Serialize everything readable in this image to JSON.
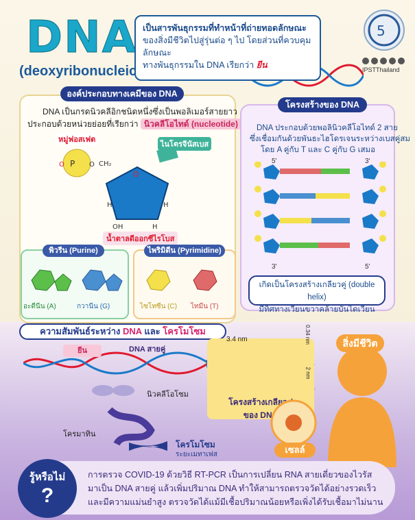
{
  "header": {
    "title": "DNA",
    "subtitle": "(deoxyribonucleic acid)",
    "intro_line1": "เป็นสารพันธุกรรมที่ทำหน้าที่ถ่ายทอดลักษณะ",
    "intro_line2": "ของสิ่งมีชีวิตไปสู่รุ่นต่อ ๆ ไป โดยส่วนที่ควบคุมลักษณะ",
    "intro_line3": "ทางพันธุกรรมใน DNA เรียกว่า",
    "intro_em": "ยีน",
    "social_handle": "IPSTThailand"
  },
  "composition": {
    "title": "องค์ประกอบทางเคมีของ DNA",
    "desc_line1": "DNA เป็นกรดนิวคลีอิกชนิดหนึ่งซึ่งเป็นพอลิเมอร์สายยาว",
    "desc_line2": "ประกอบด้วยหน่วยย่อยที่เรียกว่า",
    "nucleotide": "นิวคลีโอไทด์ (nucleotide)",
    "phosphate": "หมู่ฟอสเฟต",
    "base": "ไนโตรจีนัสเบส",
    "sugar": "น้ำตาลดีออกซีไรโบส",
    "purine_tag": "พิวรีน (Purine)",
    "pyrimidine_tag": "ไพริมิดีน (Pyrimidine)",
    "bases": [
      "อะดีนีน (A)",
      "กวานีน (G)",
      "ไซโทซีน (C)",
      "ไทมีน (T)"
    ],
    "base_colors": [
      "#5cbf4a",
      "#4a8fd0",
      "#f4e04a",
      "#e06a6a"
    ]
  },
  "structure": {
    "title": "โครงสร้างของ DNA",
    "desc_line1": "DNA ประกอบด้วยพอลินิวคลีโอไทด์ 2 สาย",
    "desc_line2": "ซึ่งเชื่อมกันด้วยพันธะไฮโดรเจนระหว่างเบสคู่สม",
    "desc_line3": "โดย A คู่กับ T และ C คู่กับ G เสมอ",
    "end5": "5'",
    "end3": "3'",
    "caption_line1": "เกิดเป็นโครงสร้างเกลียวคู่ (double helix)",
    "caption_line2": "มีทิศทางเวียนขวาคล้ายบันไดเวียน"
  },
  "relation": {
    "title_part1": "ความสัมพันธ์ระหว่าง",
    "title_dna": "DNA",
    "title_and": "และ",
    "title_chromo": "โครโมโซม",
    "gene_label": "ยีน",
    "dna_double": "DNA สายคู่",
    "nucleosome": "นิวคลีโอโซม",
    "chromatin": "โครมาทิน",
    "chromosome": "โครโมโซม",
    "metaphase": "ระยะเมทาเฟส",
    "helix_caption_line1": "โครงสร้างเกลียวคู่",
    "helix_caption_line2": "ของ DNA",
    "measure_34": "3.4 nm",
    "measure_034": "0.34 nm",
    "measure_2": "2 nm",
    "organism": "สิ่งมีชีวิต",
    "cell": "เซลล์"
  },
  "didyouknow": {
    "badge_line1": "รู้หรือไม่",
    "badge_mark": "?",
    "line1": "การตรวจ COVID-19 ด้วยวิธี RT-PCR เป็นการเปลี่ยน RNA สายเดี่ยวของไวรัส",
    "line2": "มาเป็น DNA สายคู่ แล้วเพิ่มปริมาณ DNA ทำให้สามารถตรวจวัดได้อย่างรวดเร็ว",
    "line3": "และมีความแม่นยำสูง ตรวจวัดได้แม้มีเชื้อปริมาณน้อยหรือเพิ่งได้รับเชื้อมาไม่นาน"
  }
}
